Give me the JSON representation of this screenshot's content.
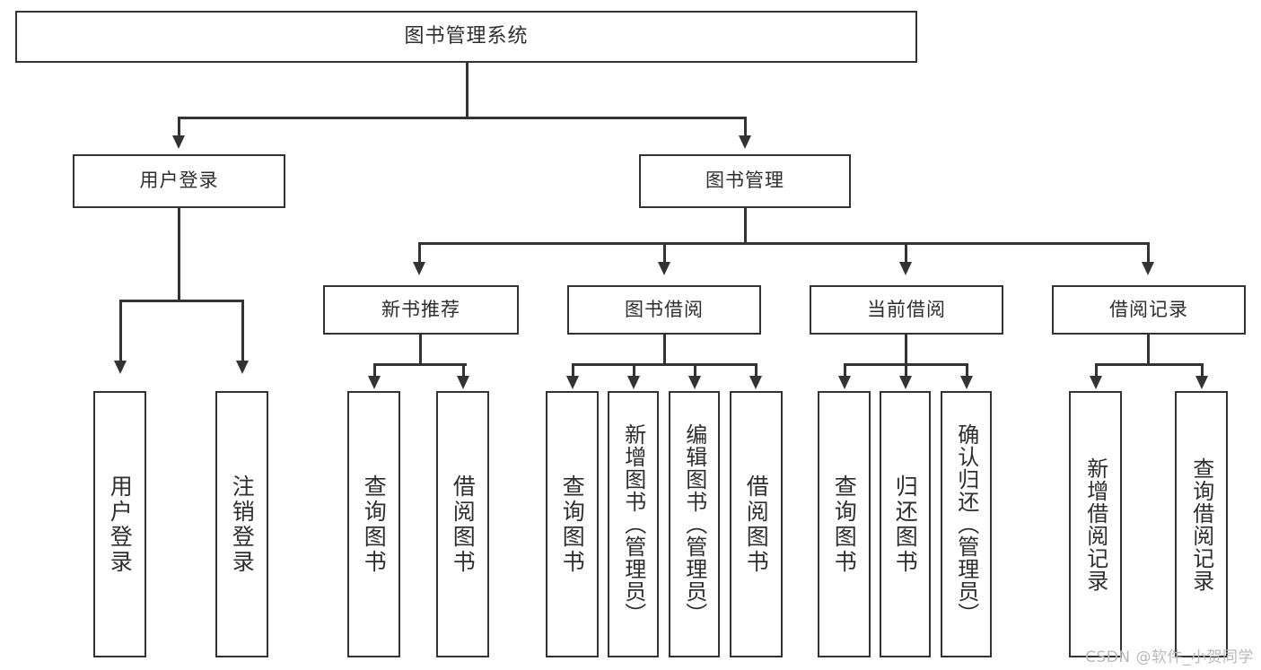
{
  "diagram": {
    "title": "图书管理系统",
    "type": "tree",
    "root": {
      "label": "图书管理系统"
    },
    "level1": [
      {
        "label": "用户登录"
      },
      {
        "label": "图书管理"
      }
    ],
    "level2": [
      {
        "label": "新书推荐"
      },
      {
        "label": "图书借阅"
      },
      {
        "label": "当前借阅"
      },
      {
        "label": "借阅记录"
      }
    ],
    "leaves": {
      "user_login": [
        {
          "label": "用户登录"
        },
        {
          "label": "注销登录"
        }
      ],
      "new_book_recommend": [
        {
          "label": "查询图书"
        },
        {
          "label": "借阅图书"
        }
      ],
      "book_borrow": [
        {
          "label": "查询图书"
        },
        {
          "label": "新增图书（管理员）"
        },
        {
          "label": "编辑图书（管理员）"
        },
        {
          "label": "借阅图书"
        }
      ],
      "current_borrow": [
        {
          "label": "查询图书"
        },
        {
          "label": "归还图书"
        },
        {
          "label": "确认归还（管理员）"
        }
      ],
      "borrow_record": [
        {
          "label": "新增借阅记录"
        },
        {
          "label": "查询借阅记录"
        }
      ]
    }
  },
  "watermark": {
    "text": "CSDN @软件_小贺同学"
  },
  "colors": {
    "stroke": "#333333",
    "fill": "#ffffff",
    "text": "#2e2e2e",
    "watermark": "#b9b9b9"
  }
}
